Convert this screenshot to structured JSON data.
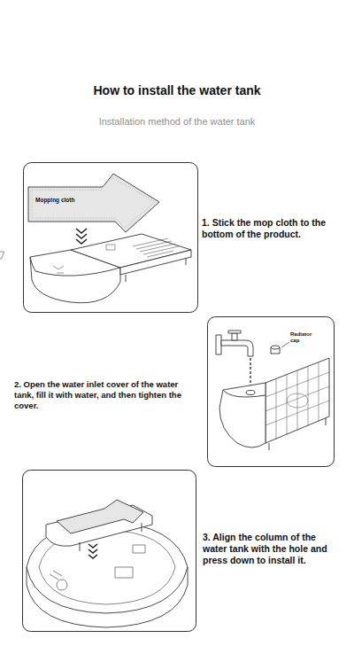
{
  "diagram": {
    "title": "How to install the water tank",
    "labels": [
      "Installation method of the water tank",
      "Mopping cloth",
      "1. Stick the mop cloth to the bottom of the product.",
      "Radiator cap",
      "2. Open the water inlet cover of the water tank, fill it with water, and then tighten the cover.",
      "3. Align the column of the water tank with the hole and press down to install it."
    ]
  }
}
